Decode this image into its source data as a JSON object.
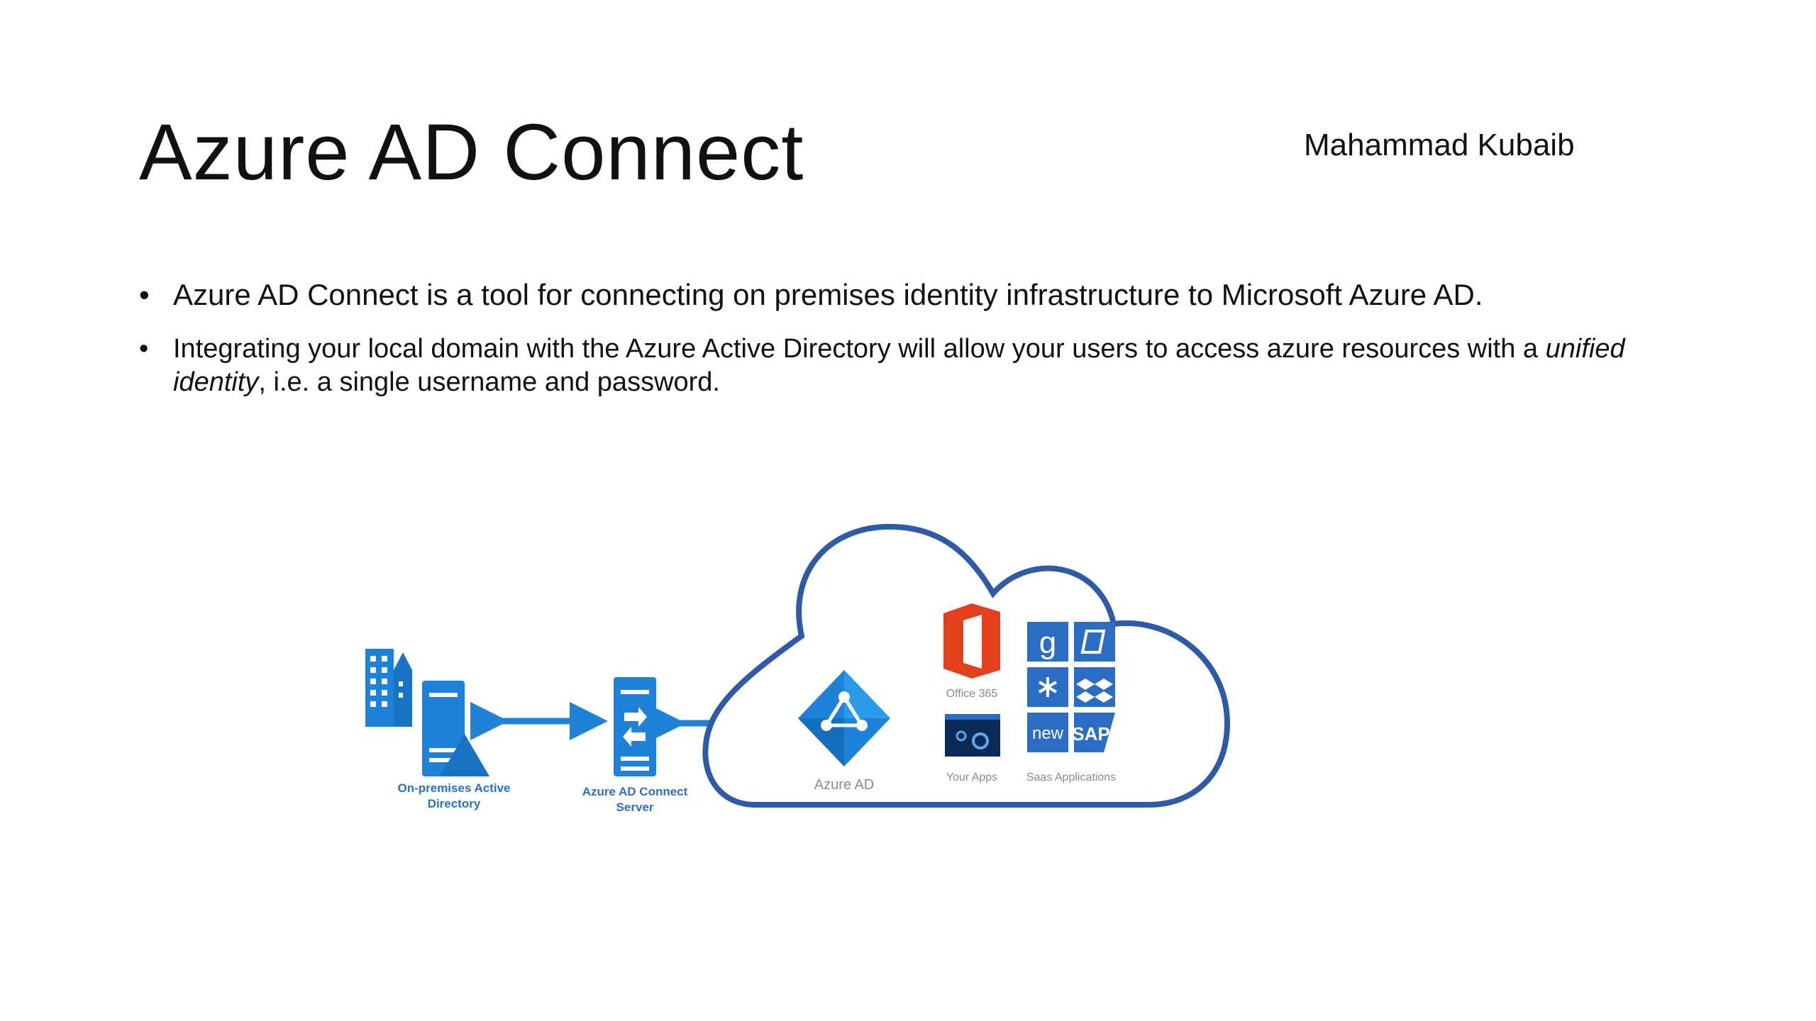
{
  "slide": {
    "title": "Azure AD Connect",
    "author": "Mahammad Kubaib",
    "bullets": [
      {
        "text": "Azure AD Connect is a tool for connecting on premises identity infrastructure to Microsoft Azure AD."
      },
      {
        "text_before": "Integrating your local domain with the Azure Active Directory will allow your users to access azure resources with a ",
        "emphasis": "unified identity",
        "text_after": ", i.e. a single username and password."
      }
    ],
    "bullet_glyph": "•"
  },
  "diagram": {
    "onprem_label_line1": "On-premises Active",
    "onprem_label_line2": "Directory",
    "connect_label_line1": "Azure AD Connect",
    "connect_label_line2": "Server",
    "azure_ad_label": "Azure AD",
    "office365_label": "Office 365",
    "your_apps_label": "Your Apps",
    "saas_label": "Saas Applications",
    "tile_new_label": "new",
    "tile_sap_label": "SAP",
    "tile_google_label": "g",
    "colors": {
      "azure_blue": "#1e82d8",
      "cloud_outline": "#2e5aa8",
      "tile_blue": "#2b6cc4",
      "office_red": "#e2401c",
      "label_gray": "#8a8a8a",
      "label_blue": "#2a6fc8"
    },
    "icons": [
      "building-icon",
      "server-icon",
      "connect-server-icon",
      "cloud-icon",
      "azure-ad-icon",
      "office-365-icon",
      "your-apps-icon",
      "saas-tile-icons"
    ]
  }
}
